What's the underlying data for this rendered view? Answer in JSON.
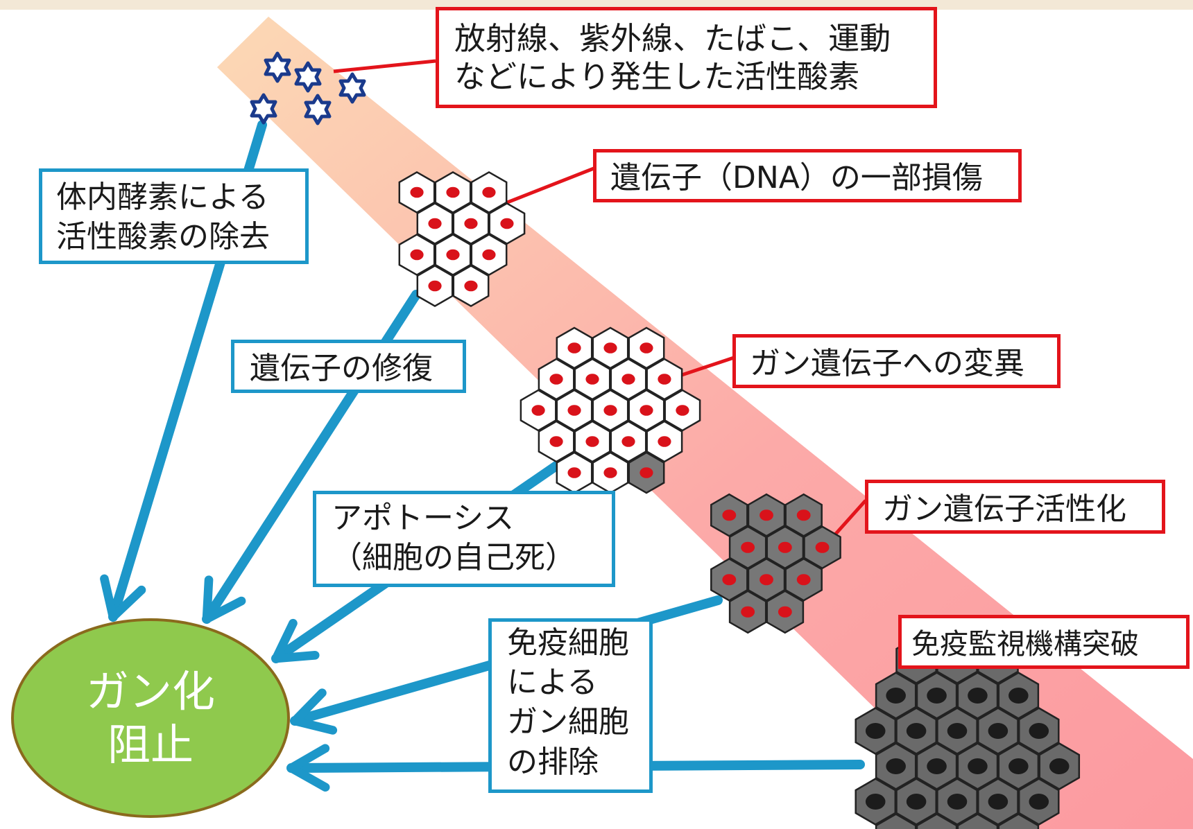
{
  "colors": {
    "band_start": "#fcd9b5",
    "band_end": "#fc9aa0",
    "red_border": "#e3141b",
    "blue_arrow": "#1d97c9",
    "goal_fill": "#8fc94d",
    "goal_border": "#8a6a1d",
    "radical_star": "#1a3a8c"
  },
  "stages": {
    "stage1": {
      "line1": "放射線、紫外線、たばこ、運動",
      "line2": "などにより発生した活性酸素"
    },
    "stage2": "遺伝子（DNA）の一部損傷",
    "stage3": "ガン遺伝子への変異",
    "stage4": "ガン遺伝子活性化",
    "stage5": "免疫監視機構突破"
  },
  "defenses": {
    "d1": {
      "line1": "体内酵素による",
      "line2": "活性酸素の除去"
    },
    "d2": "遺伝子の修復",
    "d3": {
      "line1": "アポトーシス",
      "line2": "（細胞の自己死）"
    },
    "d4": {
      "line1": "免疫細胞",
      "line2": "による",
      "line3": "ガン細胞",
      "line4": "の排除"
    }
  },
  "goal": {
    "line1": "ガン化",
    "line2": "阻止"
  },
  "icons": [
    "radical-star-icon",
    "healthy-cell-cluster-icon",
    "mutated-cell-cluster-icon",
    "activated-cell-cluster-icon",
    "tumor-cell-cluster-icon"
  ]
}
